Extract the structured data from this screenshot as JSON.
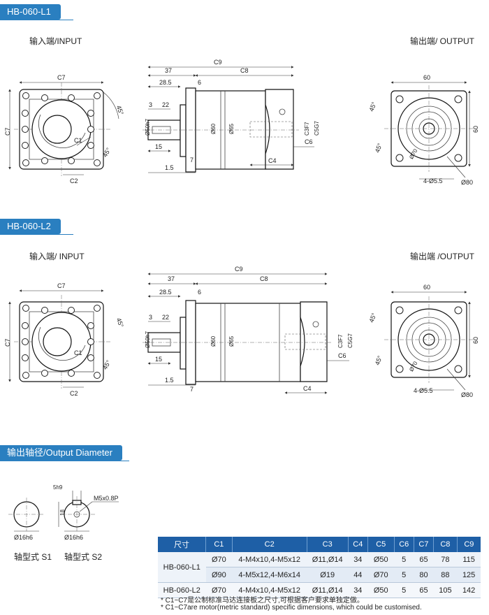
{
  "sections": [
    {
      "title": "HB-060-L1",
      "input_label": "输入端/INPUT",
      "output_label": "输出端/ OUTPUT"
    },
    {
      "title": "HB-060-L2",
      "input_label": "输入端/ INPUT",
      "output_label": "输出端 /OUTPUT"
    }
  ],
  "drawing_labels": {
    "c7": "C7",
    "c2": "C2",
    "c1": "C1",
    "c9": "C9",
    "c8": "C8",
    "c4": "C4",
    "c6": "C6",
    "c3": "C3F7",
    "c5": "C5G7",
    "d37": "37",
    "d28_5": "28.5",
    "d6": "6",
    "d3": "3",
    "d22": "22",
    "d15": "15",
    "d1_5": "1.5",
    "d7": "7",
    "d50": "Ø50h7",
    "d60": "Ø60",
    "d65": "Ø65",
    "a45": "45°",
    "o60": "60",
    "o70": "Ø70",
    "o80": "Ø80",
    "o4": "4-Ø5.5"
  },
  "output_diameter": {
    "title": "输出轴径/Output Diameter",
    "s1_dim": "Ø16h6",
    "s2_dim": "Ø16h6",
    "key_width": "5h9",
    "key_height": "18",
    "thread": "M5x0.8P",
    "s1_label": "轴型式 S1",
    "s2_label": "轴型式 S2"
  },
  "table": {
    "headers": [
      "尺寸",
      "C1",
      "C2",
      "C3",
      "C4",
      "C5",
      "C6",
      "C7",
      "C8",
      "C9"
    ],
    "model_l1": "HB-060-L1",
    "model_l2": "HB-060-L2",
    "rows": [
      [
        "Ø70",
        "4-M4x10,4-M5x12",
        "Ø11,Ø14",
        "34",
        "Ø50",
        "5",
        "65",
        "78",
        "115"
      ],
      [
        "Ø90",
        "4-M5x12,4-M6x14",
        "Ø19",
        "44",
        "Ø70",
        "5",
        "80",
        "88",
        "125"
      ],
      [
        "Ø70",
        "4-M4x10,4-M5x12",
        "Ø11,Ø14",
        "34",
        "Ø50",
        "5",
        "65",
        "105",
        "142"
      ]
    ]
  },
  "notes": [
    "* C1~C7是公制标准马达连接板之尺寸,可根据客户要求单独定做。",
    "* C1~C7are motor(metric standard)  specific dimensions, which could be customised."
  ]
}
